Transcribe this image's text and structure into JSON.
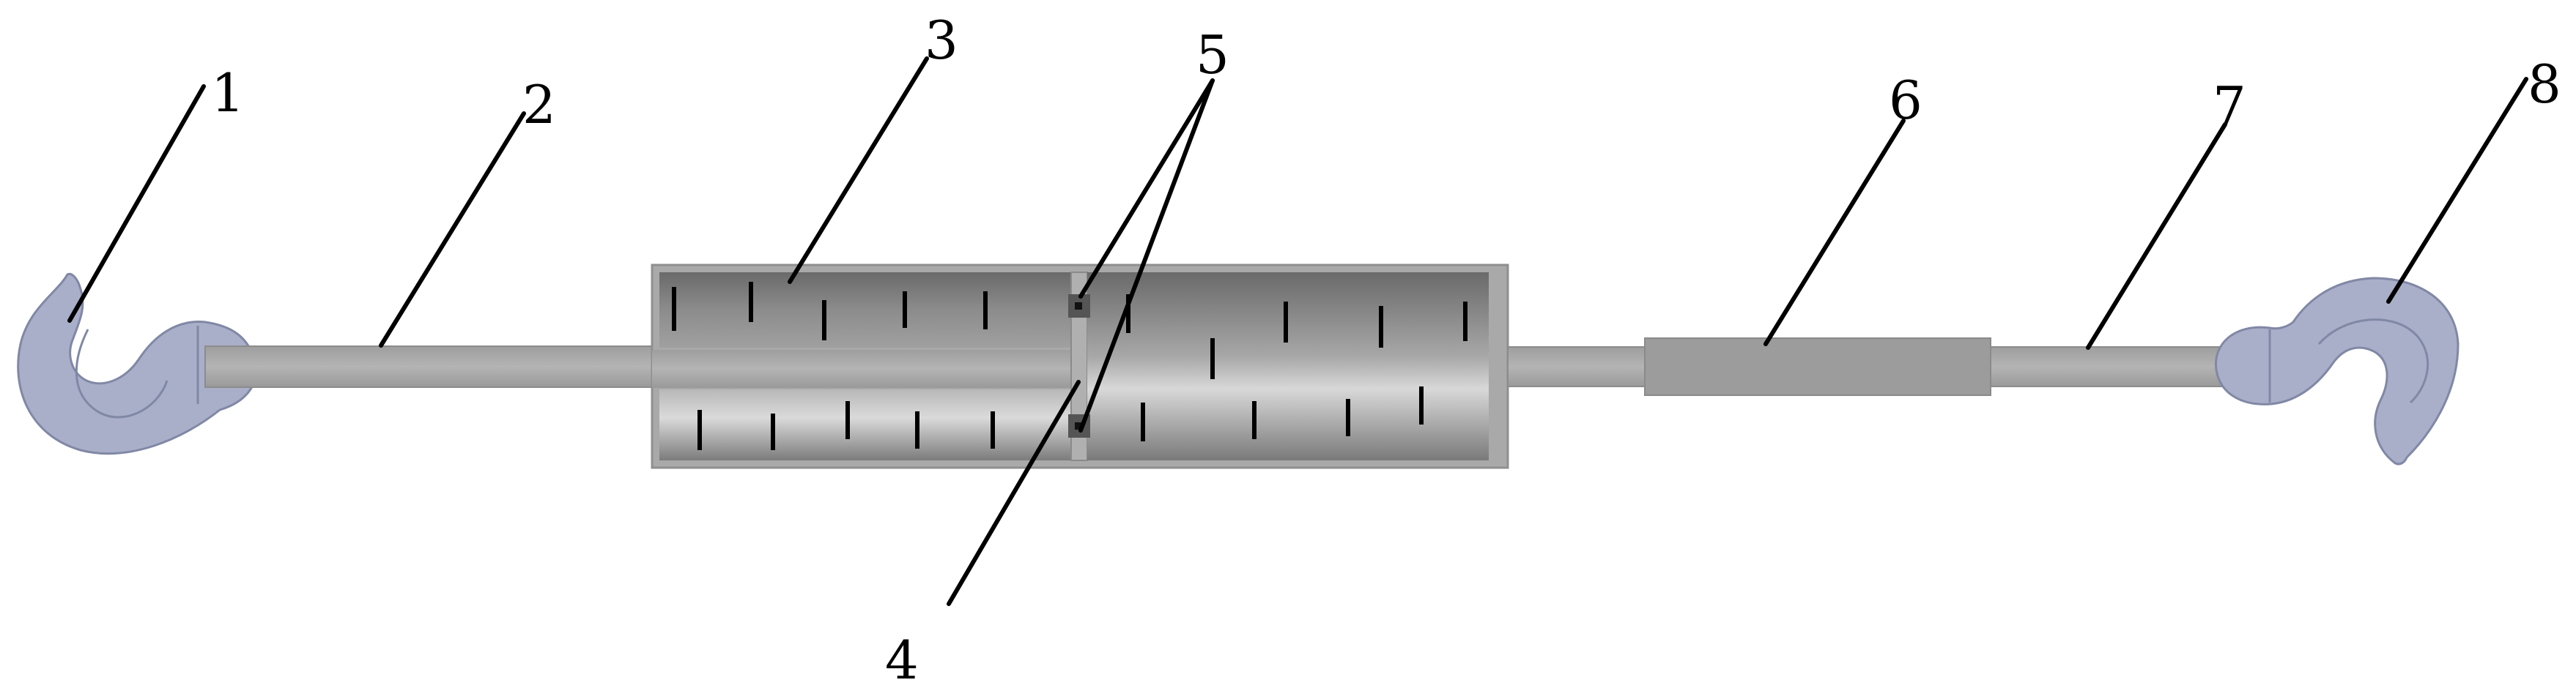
{
  "labels": {
    "n1": "1",
    "n2": "2",
    "n3": "3",
    "n4": "4",
    "n5": "5",
    "n6": "6",
    "n7": "7",
    "n8": "8"
  },
  "colors": {
    "hook": "#a9afc9",
    "hook_edge": "#8088a5",
    "rod": "#a8a8a8",
    "sleeve": "#9c9c9c",
    "cylinder_frame": "#a9a9a9",
    "cylinder_dark": "#6f6f6f",
    "cylinder_light": "#d0d0d0",
    "pin": "#555555"
  }
}
